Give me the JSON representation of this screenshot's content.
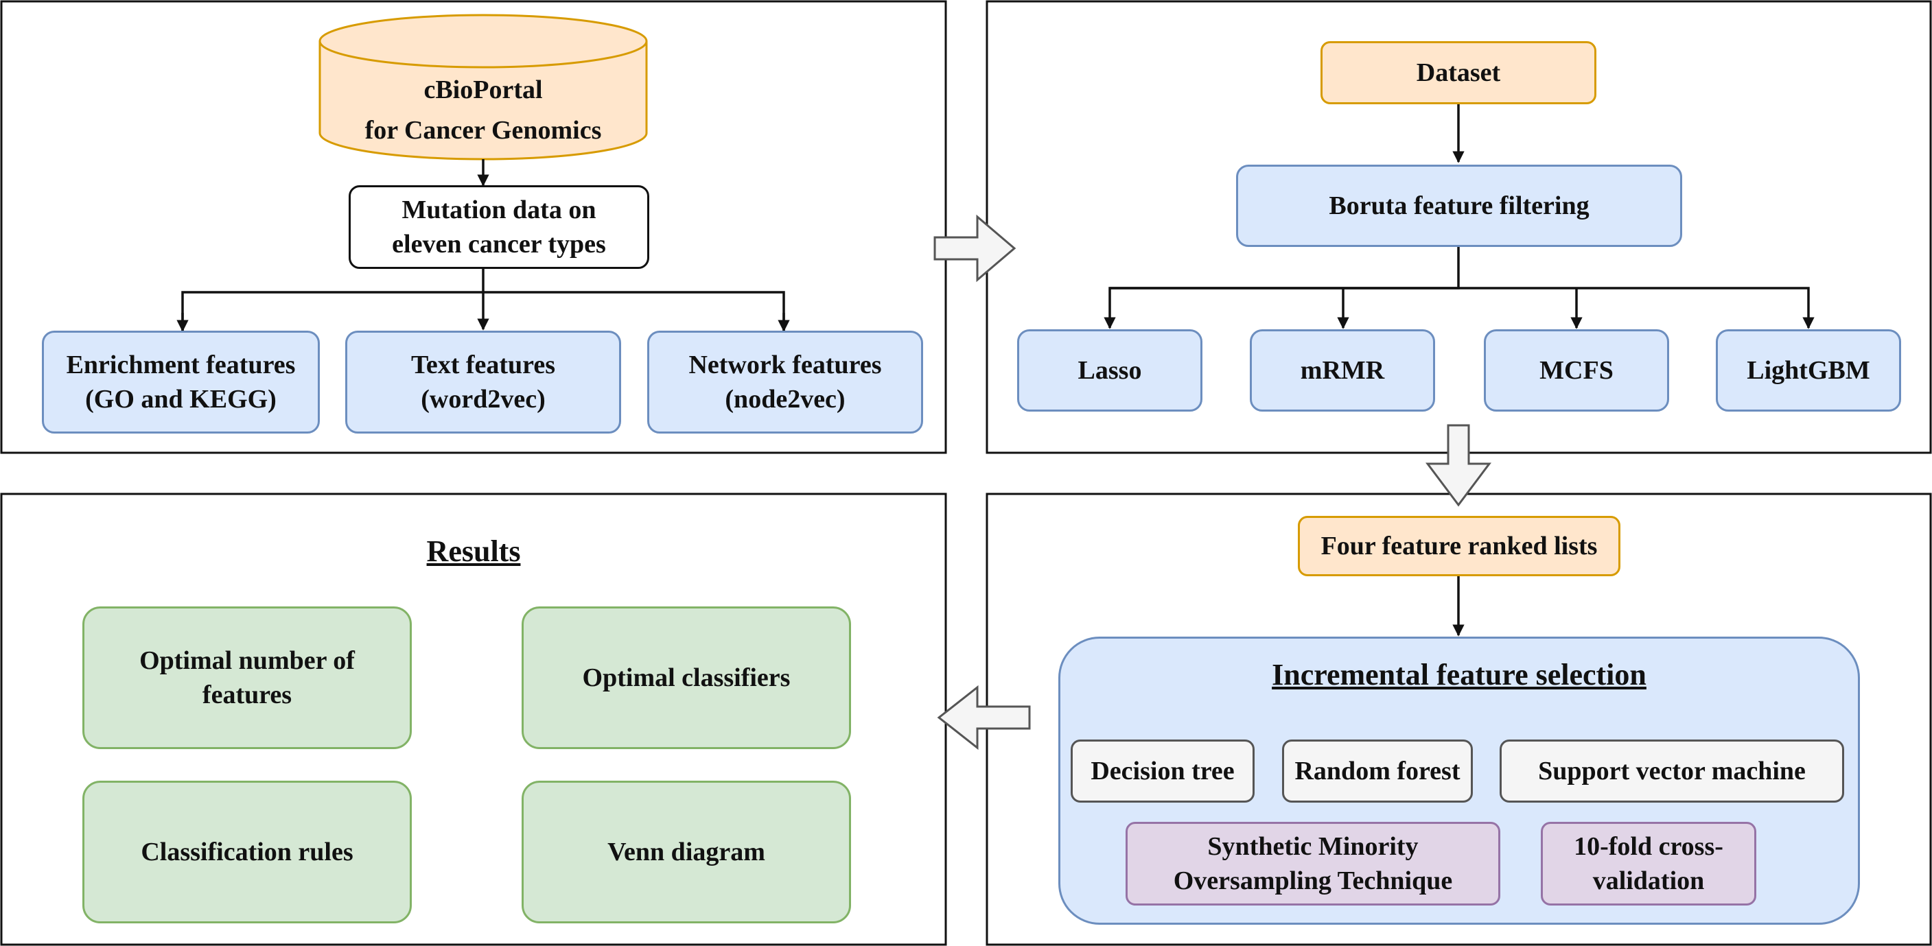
{
  "panel_1": {
    "source": "cBioPortal\nfor Cancer Genomics",
    "mutation_data": "Mutation data on\neleven cancer types",
    "features": [
      "Enrichment features\n(GO and KEGG)",
      "Text features\n(word2vec)",
      "Network features\n(node2vec)"
    ]
  },
  "panel_2": {
    "dataset": "Dataset",
    "boruta": "Boruta feature filtering",
    "methods": [
      "Lasso",
      "mRMR",
      "MCFS",
      "LightGBM"
    ]
  },
  "panel_3": {
    "ranked_lists": "Four feature ranked lists",
    "ifs_title": "Incremental feature selection",
    "classifiers": [
      "Decision tree",
      "Random forest",
      "Support vector machine"
    ],
    "techniques": [
      "Synthetic Minority\nOversampling Technique",
      "10-fold cross-\nvalidation"
    ]
  },
  "panel_4": {
    "title": "Results",
    "items": [
      "Optimal number of\nfeatures",
      "Optimal classifiers",
      "Classification rules",
      "Venn diagram"
    ]
  },
  "colors": {
    "blue_fill": "#dae8fc",
    "blue_stroke": "#6c8ebf",
    "orange_fill": "#ffe6cc",
    "orange_stroke": "#d79b00",
    "green_fill": "#d5e8d4",
    "green_stroke": "#82b366",
    "purple_fill": "#e1d5e7",
    "purple_stroke": "#9673a6",
    "gray_fill": "#f5f5f5",
    "gray_stroke": "#555555"
  }
}
